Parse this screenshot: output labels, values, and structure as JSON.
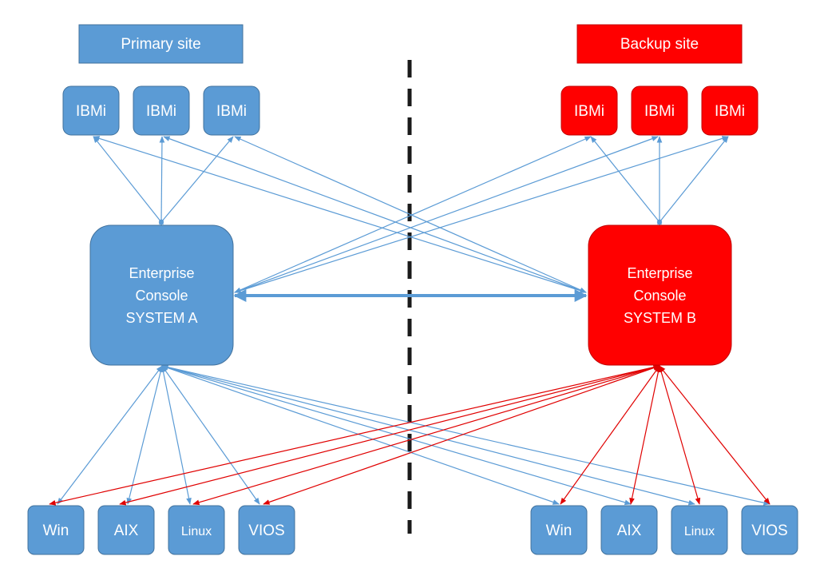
{
  "colors": {
    "primary": "#5b9bd5",
    "primary_stroke": "#41719c",
    "backup": "#ff0000",
    "backup_stroke": "#c00000",
    "link_blue": "#5b9bd5",
    "link_red": "#e00000",
    "divider": "#1a1a1a"
  },
  "sites": {
    "primary": {
      "label": "Primary site"
    },
    "backup": {
      "label": "Backup site"
    }
  },
  "ibmi": {
    "primary": [
      "IBMi",
      "IBMi",
      "IBMi"
    ],
    "backup": [
      "IBMi",
      "IBMi",
      "IBMi"
    ]
  },
  "consoles": {
    "a": {
      "lines": [
        "Enterprise",
        "Console",
        "SYSTEM A"
      ]
    },
    "b": {
      "lines": [
        "Enterprise",
        "Console",
        "SYSTEM B"
      ]
    }
  },
  "endpoints": {
    "primary": [
      "Win",
      "AIX",
      "Linux",
      "VIOS"
    ],
    "backup": [
      "Win",
      "AIX",
      "Linux",
      "VIOS"
    ]
  }
}
